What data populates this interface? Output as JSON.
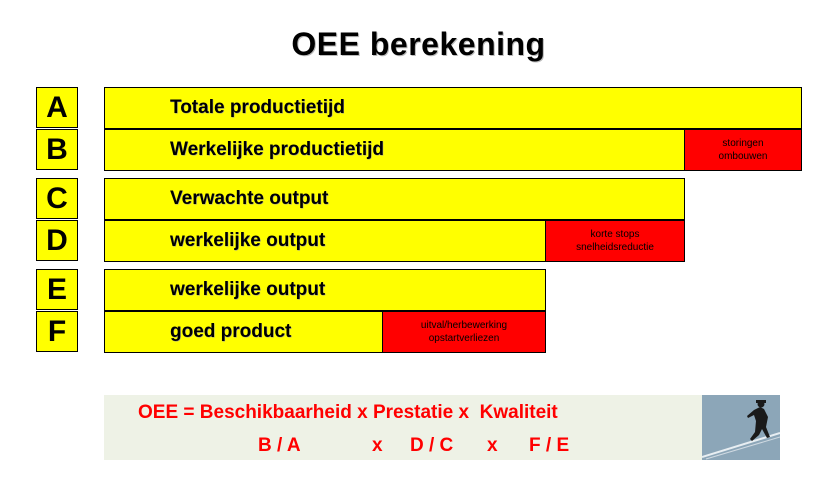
{
  "title": "OEE  berekening",
  "rows": [
    {
      "letter": "A",
      "label": "Totale productietijd"
    },
    {
      "letter": "B",
      "label": "Werkelijke productietijd",
      "loss": [
        "storingen",
        "ombouwen"
      ]
    },
    {
      "letter": "C",
      "label": "Verwachte output"
    },
    {
      "letter": "D",
      "label": "werkelijke output",
      "loss": [
        "korte stops",
        "snelheidsreductie"
      ]
    },
    {
      "letter": "E",
      "label": "werkelijke output"
    },
    {
      "letter": "F",
      "label": "goed product",
      "loss": [
        "uitval/herbewerking",
        "opstartverliezen"
      ]
    }
  ],
  "formula": {
    "line1": "OEE = Beschikbaarheid x Prestatie x  Kwaliteit",
    "term1": "B / A",
    "op1": "x",
    "term2": "D / C",
    "op2": "x",
    "term3": "F / E"
  },
  "colors": {
    "bar": "#ffff00",
    "loss": "#ff0000",
    "formula_text": "#ff0000",
    "formula_bg": "#eef2e6"
  },
  "logo_icon": "climber-logo-icon"
}
